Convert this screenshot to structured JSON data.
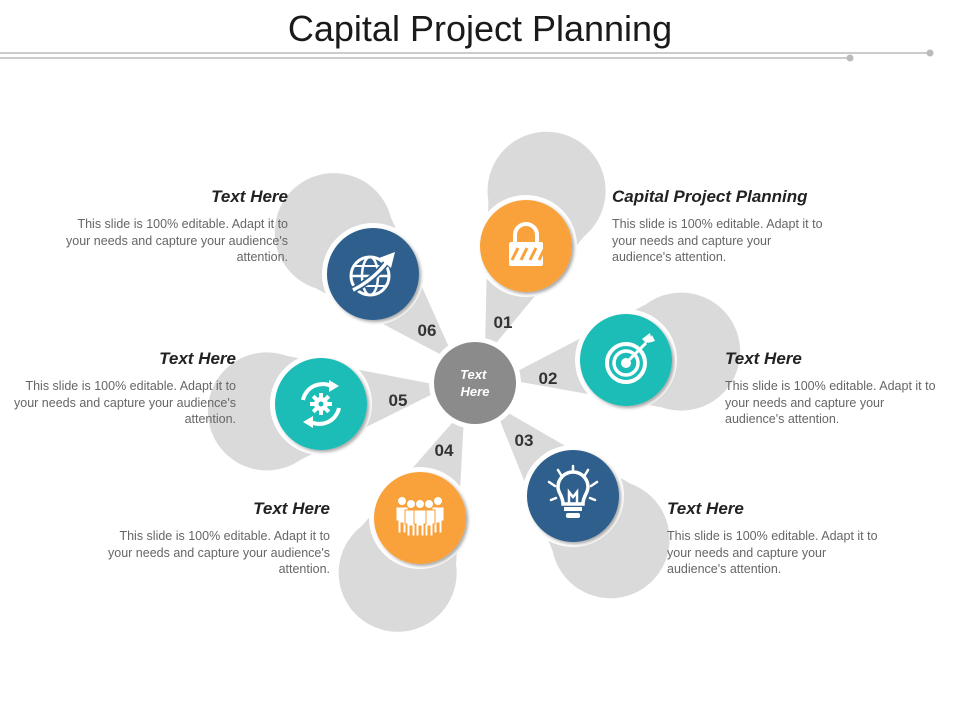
{
  "title": "Capital Project Planning",
  "center_label": "Text Here",
  "colors": {
    "orange": "#f9a23b",
    "teal": "#1bbcb7",
    "navy": "#2f5f8d",
    "petal": "#dadada",
    "hub": "#8b8b8b",
    "title_line": "#bbbbbb"
  },
  "items": [
    {
      "num": "01",
      "icon": "lock-icon",
      "color": "#f9a23b",
      "heading": "Capital Project Planning",
      "body": "This slide is 100% editable. Adapt it to your needs and capture your audience's attention."
    },
    {
      "num": "02",
      "icon": "target-icon",
      "color": "#1bbcb7",
      "heading": "Text Here",
      "body": "This slide is 100% editable. Adapt it to your needs and capture your audience's attention."
    },
    {
      "num": "03",
      "icon": "lightbulb-icon",
      "color": "#2f5f8d",
      "heading": "Text Here",
      "body": "This slide is 100% editable. Adapt it to your needs and capture your audience's attention."
    },
    {
      "num": "04",
      "icon": "people-icon",
      "color": "#f9a23b",
      "heading": "Text Here",
      "body": "This slide is 100% editable. Adapt it to your needs and capture your audience's attention."
    },
    {
      "num": "05",
      "icon": "cycle-gear-icon",
      "color": "#1bbcb7",
      "heading": "Text Here",
      "body": "This slide is 100% editable. Adapt it to your needs and capture your audience's attention."
    },
    {
      "num": "06",
      "icon": "globe-arrow-icon",
      "color": "#2f5f8d",
      "heading": "Text Here",
      "body": "This slide is 100% editable. Adapt it to your needs and capture your audience's attention."
    }
  ]
}
